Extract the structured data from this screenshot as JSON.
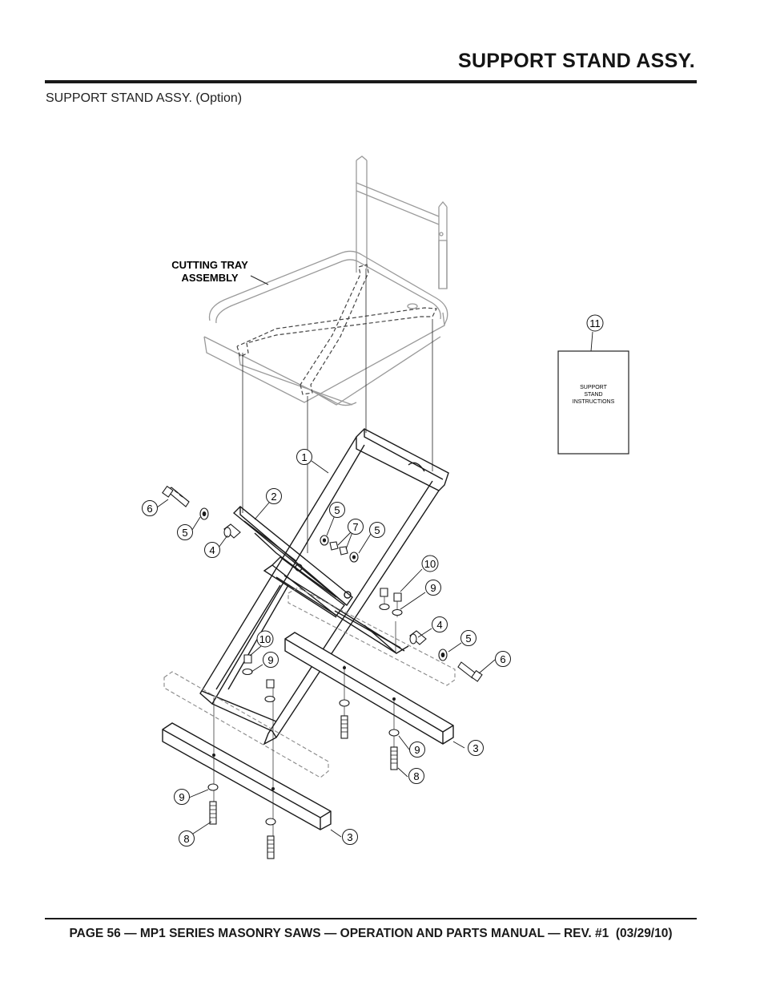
{
  "header": {
    "title": "SUPPORT STAND ASSY.",
    "subtitle": "SUPPORT STAND ASSY. (Option)"
  },
  "drawing": {
    "tray_label": [
      "CUTTING TRAY",
      "ASSEMBLY"
    ],
    "instructions_booklet": [
      "SUPPORT",
      "STAND",
      "INSTRUCTIONS"
    ],
    "callouts": {
      "c1": "1",
      "c2": "2",
      "c3a": "3",
      "c3b": "3",
      "c4a": "4",
      "c4b": "4",
      "c5a": "5",
      "c5b": "5",
      "c5c": "5",
      "c5d": "5",
      "c6a": "6",
      "c6b": "6",
      "c7": "7",
      "c8a": "8",
      "c8b": "8",
      "c9a": "9",
      "c9b": "9",
      "c9c": "9",
      "c9d": "9",
      "c10a": "10",
      "c10b": "10",
      "c11": "11"
    }
  },
  "footer": {
    "text": "PAGE 56 — MP1 SERIES MASONRY SAWS — OPERATION AND PARTS MANUAL — REV. #1  (03/29/10)"
  }
}
